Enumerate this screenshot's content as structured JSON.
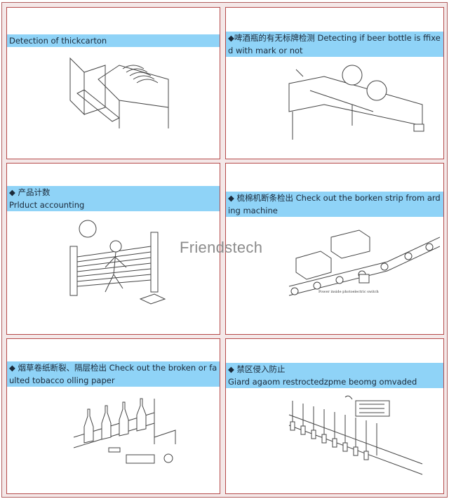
{
  "watermark": "Friendstech",
  "panels": [
    {
      "caption_lines": [
        "Detection of thickcarton"
      ],
      "illustration": "thick-carton-detection-illustration"
    },
    {
      "caption_lines": [
        "◆啤酒瓶的有无标牌检测 Detecting if beer bottle is ffixe",
        "d with mark or not"
      ],
      "illustration": "beer-bottle-label-illustration"
    },
    {
      "caption_lines": [
        "◆ 产品计数",
        "Prlduct accounting"
      ],
      "illustration": "product-counting-illustration"
    },
    {
      "caption_lines": [
        "◆ 梳棉机断条检出  Check out the borken strip from ard",
        "ing machine"
      ],
      "illustration": "carding-machine-illustration",
      "illustration_label": "Power inside photoelectric switch"
    },
    {
      "caption_lines": [
        "◆ 烟草卷纸断裂、隔层检出 Check out the broken or fa",
        "ulted tobacco olling paper"
      ],
      "illustration": "tobacco-paper-illustration"
    },
    {
      "caption_lines": [
        "◆  禁区侵入防止",
        "Giard agaom restroctedzpme beomg omvaded"
      ],
      "illustration": "restricted-zone-illustration"
    }
  ]
}
